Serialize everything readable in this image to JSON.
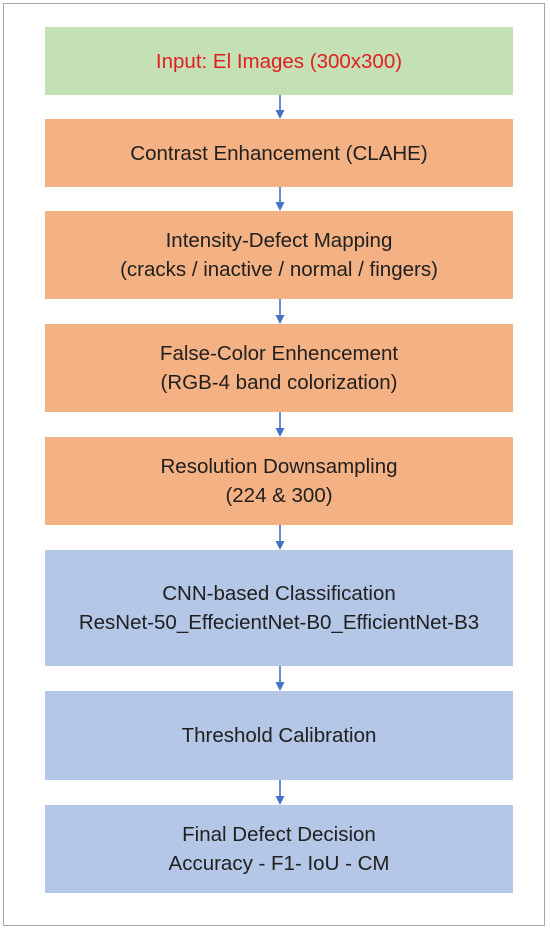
{
  "steps": [
    {
      "id": "input",
      "lines": [
        "Input: El Images (300x300)"
      ],
      "color": "#c5e0b4",
      "text_color": "#e02020"
    },
    {
      "id": "contrast",
      "lines": [
        "Contrast Enhancement (CLAHE)"
      ],
      "color": "#f4b183"
    },
    {
      "id": "intensity",
      "lines": [
        "Intensity-Defect Mapping",
        "(cracks / inactive / normal / fingers)"
      ],
      "color": "#f4b183"
    },
    {
      "id": "false-color",
      "lines": [
        "False-Color Enhencement",
        "(RGB-4 band colorization)"
      ],
      "color": "#f4b183"
    },
    {
      "id": "resolution",
      "lines": [
        "Resolution Downsampling",
        "(224 & 300)"
      ],
      "color": "#f4b183"
    },
    {
      "id": "cnn",
      "lines": [
        "CNN-based Classification",
        "ResNet-50_EffecientNet-B0_EfficientNet-B3"
      ],
      "color": "#b4c7e7"
    },
    {
      "id": "threshold",
      "lines": [
        "Threshold Calibration"
      ],
      "color": "#b4c7e7"
    },
    {
      "id": "final",
      "lines": [
        "Final Defect Decision",
        "Accuracy - F1- IoU - CM"
      ],
      "color": "#b4c7e7"
    }
  ],
  "arrow_color": "#4472c4"
}
